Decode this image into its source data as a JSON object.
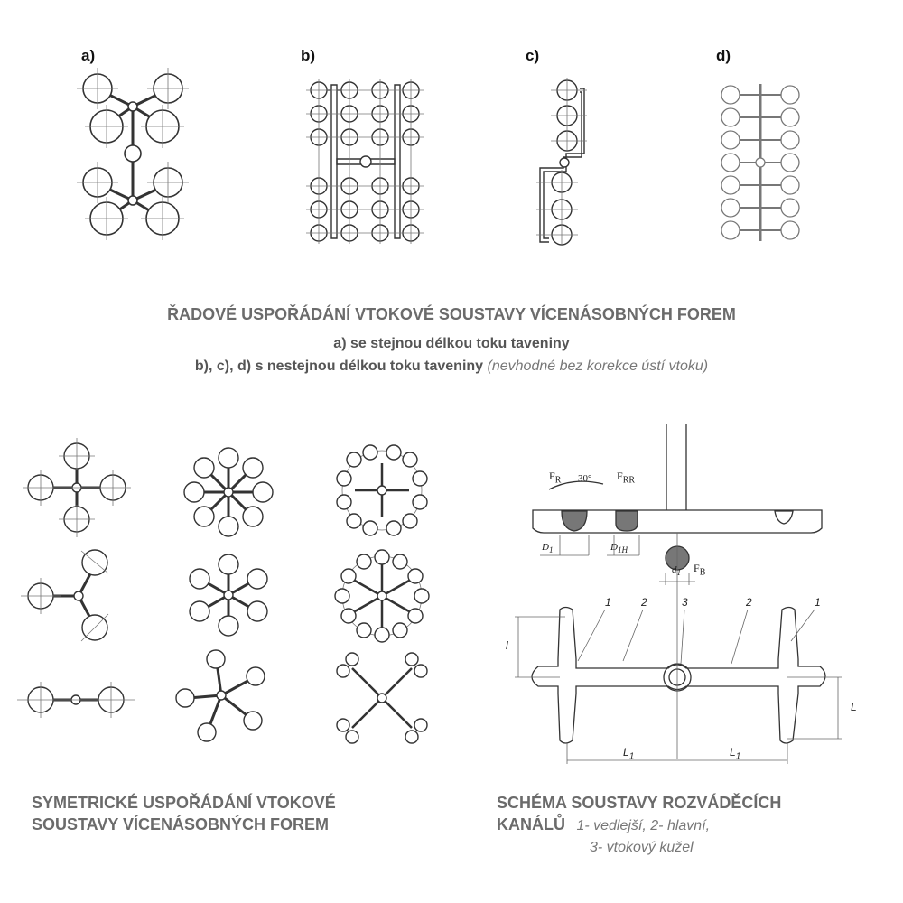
{
  "panel_labels": [
    "a)",
    "b)",
    "c)",
    "d)"
  ],
  "row_section": {
    "title": "ŘADOVÉ USPOŘÁDÁNÍ VTOKOVÉ SOUSTAVY VÍCENÁSOBNÝCH FOREM",
    "line_a": "a) se stejnou délkou toku taveniny",
    "line_b": "b), c), d) s nestejnou délkou toku taveniny",
    "line_b_note": "(nevhodné bez korekce ústí vtoku)"
  },
  "symmetric_section": {
    "title_line1": "SYMETRICKÉ USPOŘÁDÁNÍ VTOKOVÉ",
    "title_line2": "SOUSTAVY VÍCENÁSOBNÝCH FOREM"
  },
  "scheme_section": {
    "title_line1": "SCHÉMA SOUSTAVY ROZVÁDĚCÍCH",
    "title_line2": "KANÁLŮ",
    "legend_line1": "1- vedlejší, 2- hlavní,",
    "legend_line2": "3-  vtokový kužel"
  },
  "scheme_drawing": {
    "angle_label": "30°",
    "fr": "F",
    "fr_sub": "R",
    "frr": "F",
    "frr_sub": "RR",
    "fb": "F",
    "fb_sub": "B",
    "d1": "D",
    "d1_sub": "1",
    "dh": "D",
    "dh_sub": "1H",
    "dk": "d",
    "dk_sub": "1",
    "num1a": "1",
    "num2a": "2",
    "num3": "3",
    "num2b": "2",
    "num1b": "1",
    "len_l_left": "l",
    "len_l_right": "L",
    "len_l1_left": "L",
    "len_l1_left_sub": "1",
    "len_l1_right": "L",
    "len_l1_right_sub": "1"
  },
  "colors": {
    "heading": "#6b6b6b",
    "line": "#333333"
  }
}
